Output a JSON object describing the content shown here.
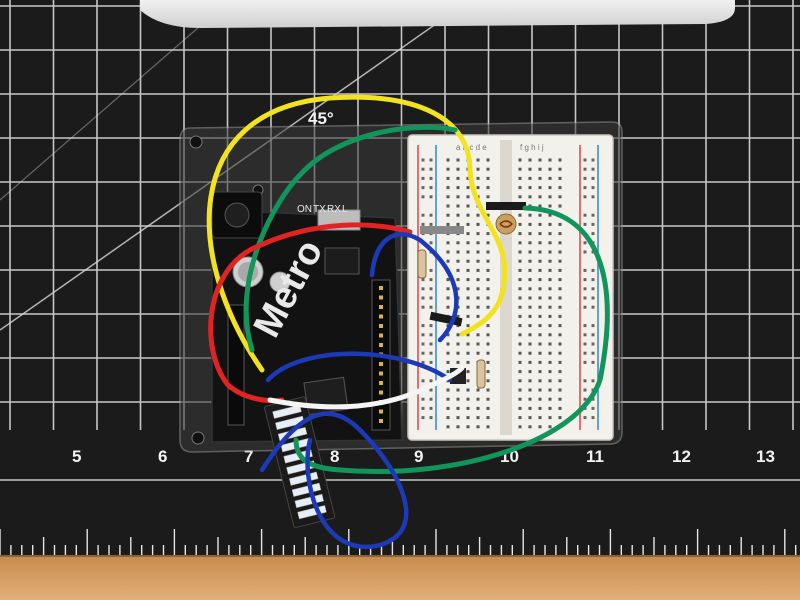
{
  "scene": {
    "angle_label": "45°",
    "ruler_numbers": [
      "5",
      "6",
      "7",
      "8",
      "9",
      "10",
      "11",
      "12",
      "13"
    ],
    "board": {
      "logo": "Metro",
      "header_labels": [
        "ON",
        "TX",
        "RX",
        "L"
      ],
      "breadboard_letters_left": [
        "a",
        "b",
        "c",
        "d",
        "e"
      ],
      "breadboard_letters_right": [
        "f",
        "g",
        "h",
        "i",
        "j"
      ]
    }
  },
  "colors": {
    "mat": "#1b1b1b",
    "grid": "#e6e6e6",
    "wire_yellow": "#f2e21f",
    "wire_green": "#12955a",
    "wire_red": "#e22323",
    "wire_blue": "#1c3ab8",
    "wire_white": "#f5f5f5",
    "breadboard": "#f3f1ec",
    "table": "#d29a5c"
  }
}
